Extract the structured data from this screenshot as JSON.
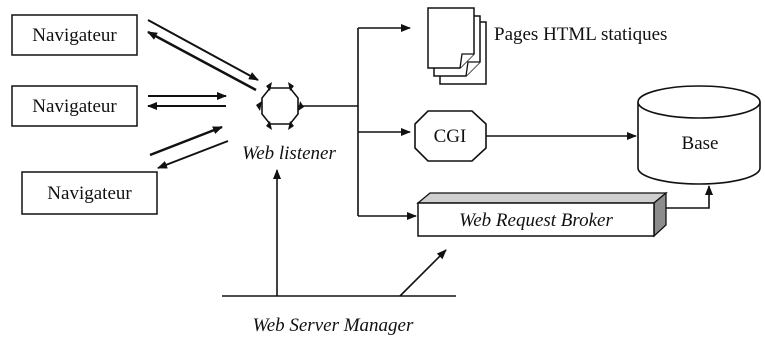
{
  "nodes": {
    "browser_1": "Navigateur",
    "browser_2": "Navigateur",
    "browser_3": "Navigateur",
    "listener": "Web listener",
    "static_pages": "Pages HTML statiques",
    "cgi": "CGI",
    "database": "Base",
    "request_broker": "Web Request Broker",
    "server_manager": "Web Server Manager"
  },
  "colors": {
    "stroke": "#111111",
    "background": "#ffffff",
    "shade": "#cfcfcf"
  }
}
